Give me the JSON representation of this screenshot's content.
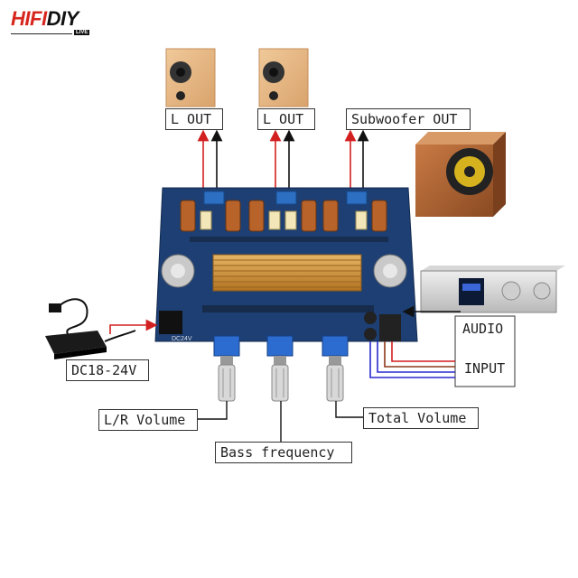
{
  "brand": {
    "logo_text": "HIFIDIY",
    "logo_sub": "LIVE"
  },
  "labels": {
    "left_out_1": "L OUT",
    "left_out_2": "L OUT",
    "subwoofer_out": "Subwoofer OUT",
    "power": "DC18-24V",
    "audio": "AUDIO",
    "input": "INPUT",
    "lr_volume": "L/R Volume",
    "bass_frequency": "Bass frequency",
    "total_volume": "Total Volume"
  },
  "board_text": {
    "dc_jack": "DC24V"
  },
  "colors": {
    "signal_red": "#d21f1f",
    "signal_black": "#111111",
    "board_blue": "#1d3f73",
    "heatsink_gold": "#c98a2e",
    "input_blue": "#2a2ad0",
    "input_brown": "#8b3a1a"
  }
}
